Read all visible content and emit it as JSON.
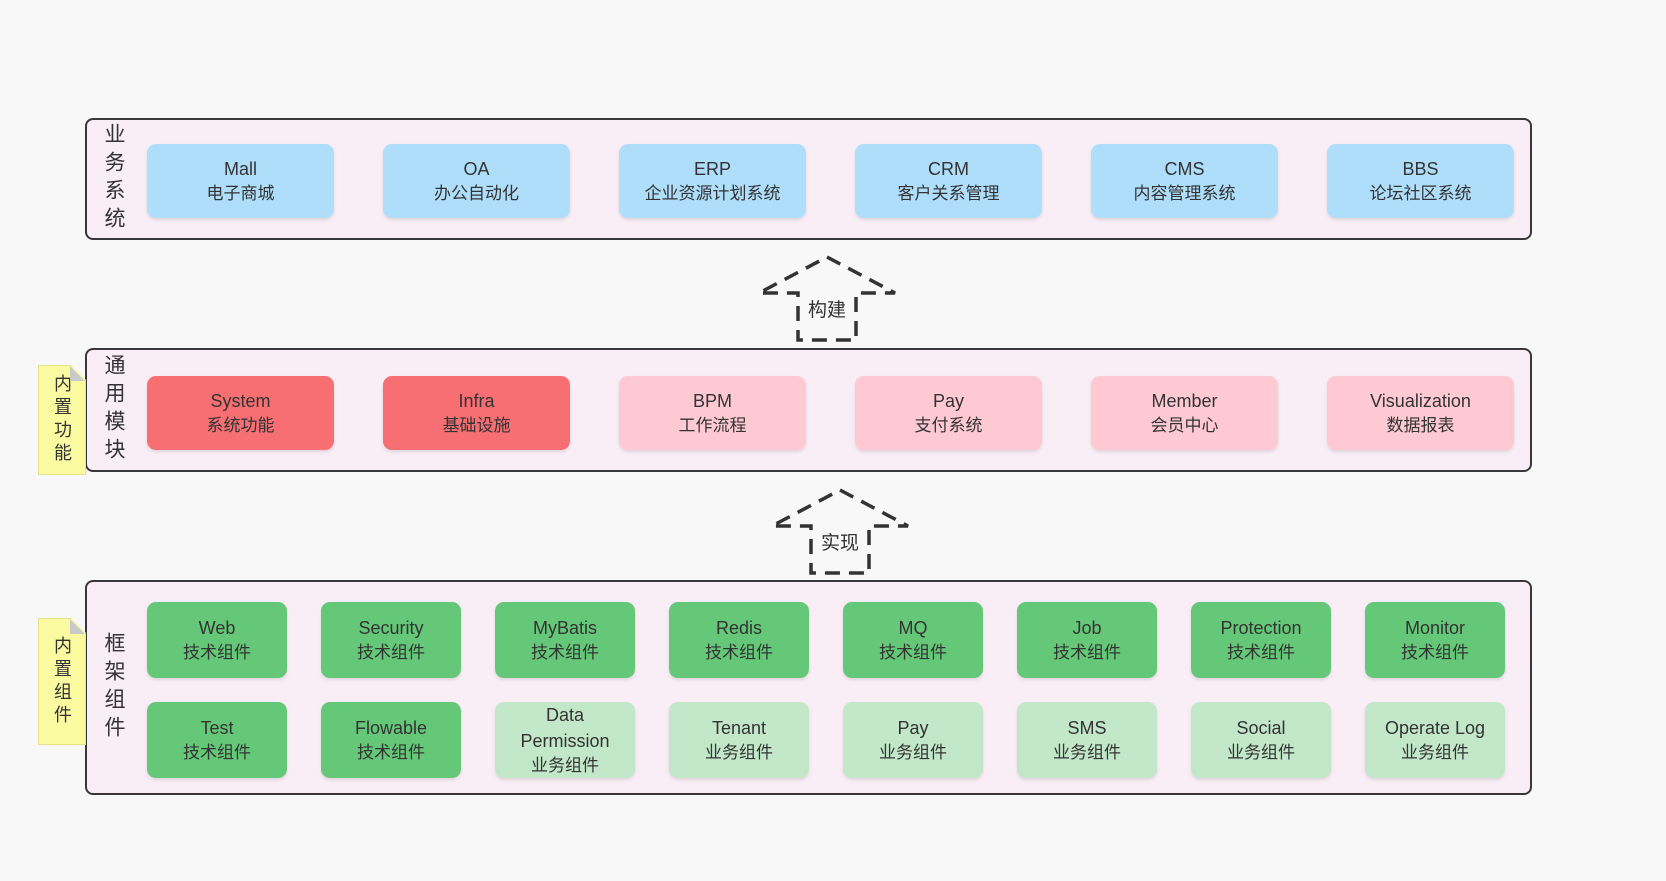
{
  "business": {
    "side_label": "业务系统",
    "boxes": [
      {
        "name": "Mall",
        "desc": "电子商城"
      },
      {
        "name": "OA",
        "desc": "办公自动化"
      },
      {
        "name": "ERP",
        "desc": "企业资源计划系统"
      },
      {
        "name": "CRM",
        "desc": "客户关系管理"
      },
      {
        "name": "CMS",
        "desc": "内容管理系统"
      },
      {
        "name": "BBS",
        "desc": "论坛社区系统"
      }
    ]
  },
  "arrows": {
    "build": "构建",
    "implement": "实现"
  },
  "modules": {
    "note": "内置功能",
    "side_label": "通用模块",
    "boxes": [
      {
        "name": "System",
        "desc": "系统功能"
      },
      {
        "name": "Infra",
        "desc": "基础设施"
      },
      {
        "name": "BPM",
        "desc": "工作流程"
      },
      {
        "name": "Pay",
        "desc": "支付系统"
      },
      {
        "name": "Member",
        "desc": "会员中心"
      },
      {
        "name": "Visualization",
        "desc": "数据报表"
      }
    ]
  },
  "components": {
    "note": "内置组件",
    "side_label": "框架组件",
    "row1": [
      {
        "name": "Web",
        "desc": "技术组件"
      },
      {
        "name": "Security",
        "desc": "技术组件"
      },
      {
        "name": "MyBatis",
        "desc": "技术组件"
      },
      {
        "name": "Redis",
        "desc": "技术组件"
      },
      {
        "name": "MQ",
        "desc": "技术组件"
      },
      {
        "name": "Job",
        "desc": "技术组件"
      },
      {
        "name": "Protection",
        "desc": "技术组件"
      },
      {
        "name": "Monitor",
        "desc": "技术组件"
      }
    ],
    "row2": [
      {
        "name": "Test",
        "desc": "技术组件"
      },
      {
        "name": "Flowable",
        "desc": "技术组件"
      },
      {
        "name": "Data Permission",
        "desc": "业务组件"
      },
      {
        "name": "Tenant",
        "desc": "业务组件"
      },
      {
        "name": "Pay",
        "desc": "业务组件"
      },
      {
        "name": "SMS",
        "desc": "业务组件"
      },
      {
        "name": "Social",
        "desc": "业务组件"
      },
      {
        "name": "Operate Log",
        "desc": "业务组件"
      }
    ]
  },
  "colors": {
    "page_bg": "#f8f8f8",
    "container_bg": "#f9edf6",
    "border": "#383838",
    "blue": "#aedefa",
    "red": "#f76f73",
    "pink": "#fec9d3",
    "green_dark": "#64c878",
    "green_light": "#c2e8c9",
    "yellow": "#fafaa1",
    "fold_gray": "#c9c9c9"
  }
}
